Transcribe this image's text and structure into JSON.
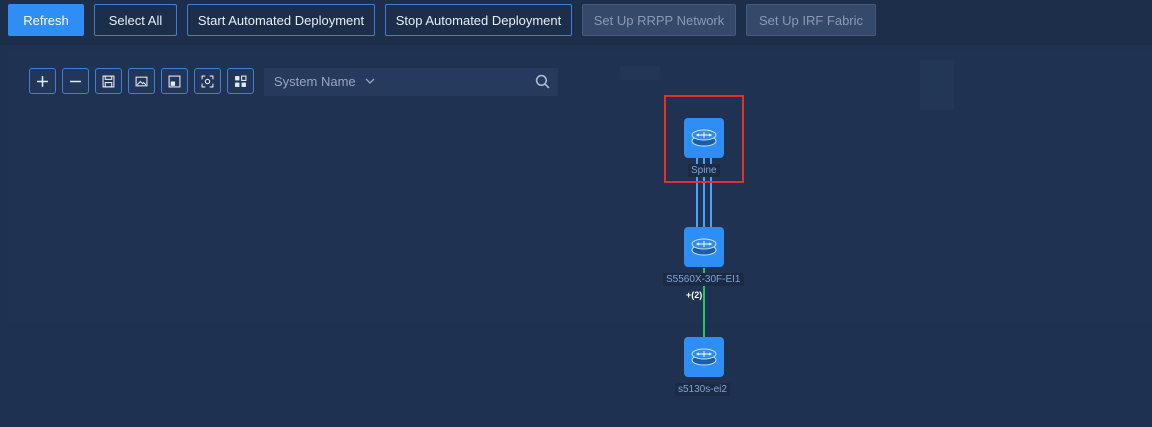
{
  "toolbar": {
    "refresh": "Refresh",
    "select_all": "Select All",
    "start_deploy": "Start Automated Deployment",
    "stop_deploy": "Stop Automated Deployment",
    "rrpp": "Set Up RRPP Network",
    "irf": "Set Up IRF Fabric"
  },
  "tools": [
    "zoom-in",
    "zoom-out",
    "save",
    "export-image",
    "restore",
    "fit",
    "layout"
  ],
  "search": {
    "field_label": "System Name"
  },
  "topology": {
    "nodes": [
      {
        "name": "Spine"
      },
      {
        "name": "S5560X-30F-EI1"
      },
      {
        "name": "s5130s-ei2"
      }
    ],
    "link_count_label": "+(2)"
  },
  "colors": {
    "accent": "#2f8ef5",
    "background": "#1f3150",
    "selection": "#e0322b",
    "link_blue": "#4aa3ff",
    "link_green": "#1ec76a"
  }
}
